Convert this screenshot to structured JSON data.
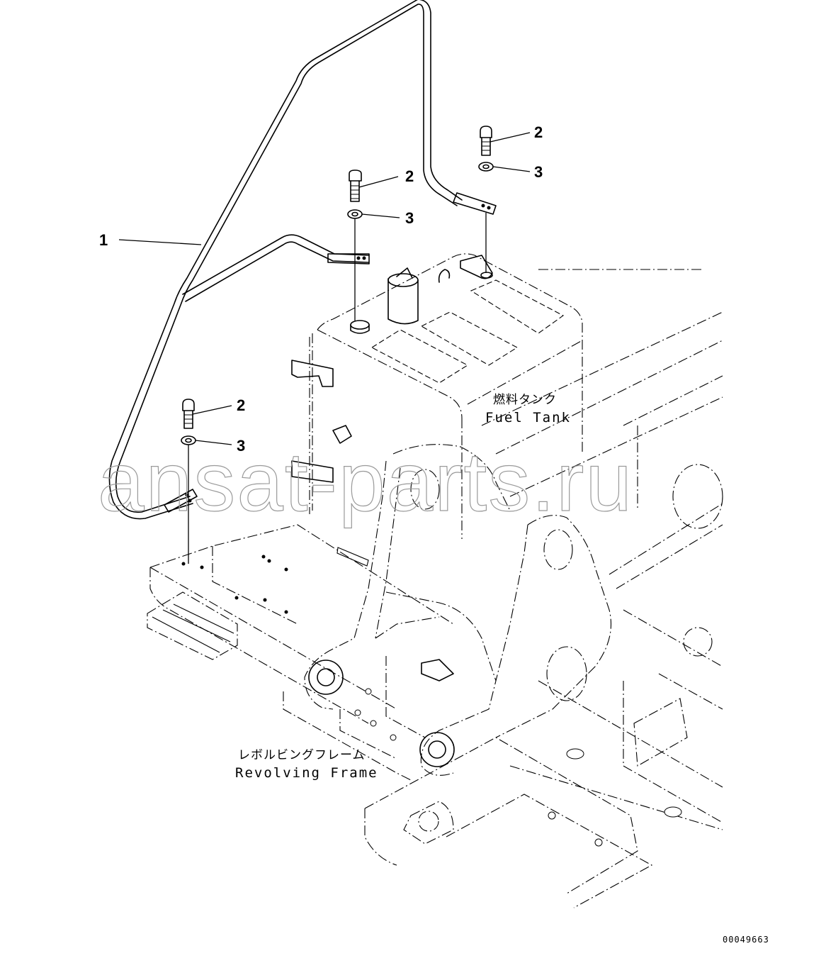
{
  "diagram": {
    "type": "exploded parts diagram",
    "drawing_number": "00049663",
    "watermark": "ansat-parts.ru",
    "callouts": [
      {
        "id": "callout-1",
        "number": "1",
        "part": "handrail"
      },
      {
        "id": "callout-2a",
        "number": "2",
        "part": "bolt"
      },
      {
        "id": "callout-3a",
        "number": "3",
        "part": "washer"
      },
      {
        "id": "callout-2b",
        "number": "2",
        "part": "bolt"
      },
      {
        "id": "callout-3b",
        "number": "3",
        "part": "washer"
      },
      {
        "id": "callout-2c",
        "number": "2",
        "part": "bolt"
      },
      {
        "id": "callout-3c",
        "number": "3",
        "part": "washer"
      }
    ],
    "labels": {
      "fuel_tank": {
        "jp": "燃料タンク",
        "en": "Fuel Tank"
      },
      "revolving_frame": {
        "jp": "レボルビングフレーム",
        "en": "Revolving Frame"
      }
    }
  }
}
